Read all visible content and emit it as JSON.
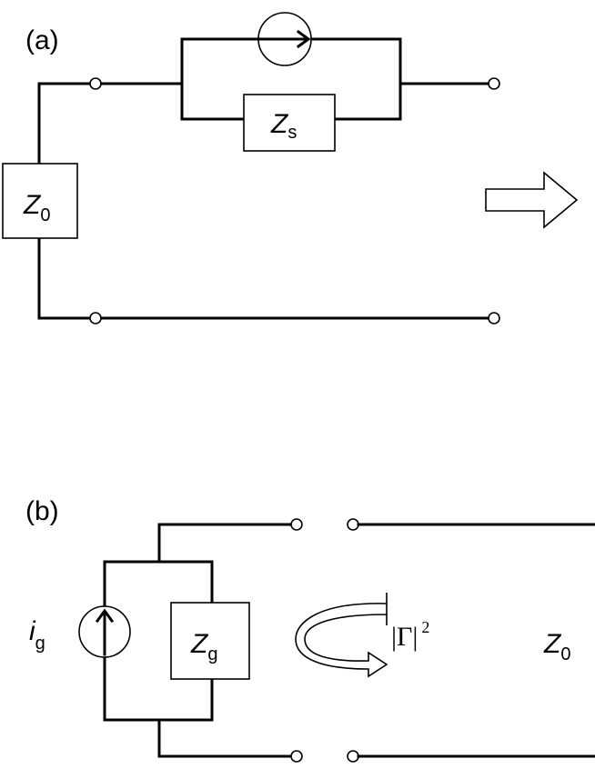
{
  "panel_a": {
    "label": "(a)",
    "z0_main": "Z",
    "z0_sub": "0",
    "zs_main": "Z",
    "zs_sub": "s"
  },
  "panel_b": {
    "label": "(b)",
    "ig_main": "i",
    "ig_sub": "g",
    "zg_main": "Z",
    "zg_sub": "g",
    "gamma_text": "|Γ|",
    "gamma_exp": "2",
    "z0_main": "Z",
    "z0_sub": "0"
  }
}
